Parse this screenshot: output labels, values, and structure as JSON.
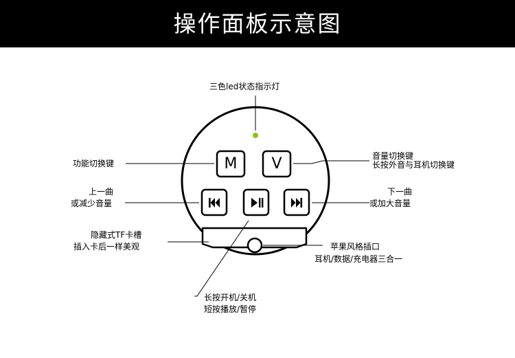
{
  "header": {
    "title": "操作面板示意图"
  },
  "colors": {
    "led": "#8dc21f",
    "header_bg": "#000000",
    "line": "#000000"
  },
  "buttons": {
    "mode": {
      "letter": "M",
      "icon": "mode-letter-icon"
    },
    "volume": {
      "letter": "V",
      "icon": "volume-letter-icon"
    },
    "prev": {
      "icon": "previous-track-icon"
    },
    "play": {
      "icon": "play-pause-icon"
    },
    "next": {
      "icon": "next-track-icon"
    }
  },
  "labels": {
    "led": "三色led状态指示灯",
    "mode_key": "功能切换键",
    "volume_key_1": "音量切换键",
    "volume_key_2": "长按外音与耳机切换键",
    "prev_1": "上一曲",
    "prev_2": "或减少音量",
    "next_1": "下一曲",
    "next_2": "或加大音量",
    "tf_1": "隐藏式TF卡槽",
    "tf_2": "插入卡后一样美观",
    "port_1": "苹果风格插口",
    "port_2": "耳机/数据/充电器三合一",
    "power_1": "长按开机/关机",
    "power_2": "短按播放/暂停"
  }
}
